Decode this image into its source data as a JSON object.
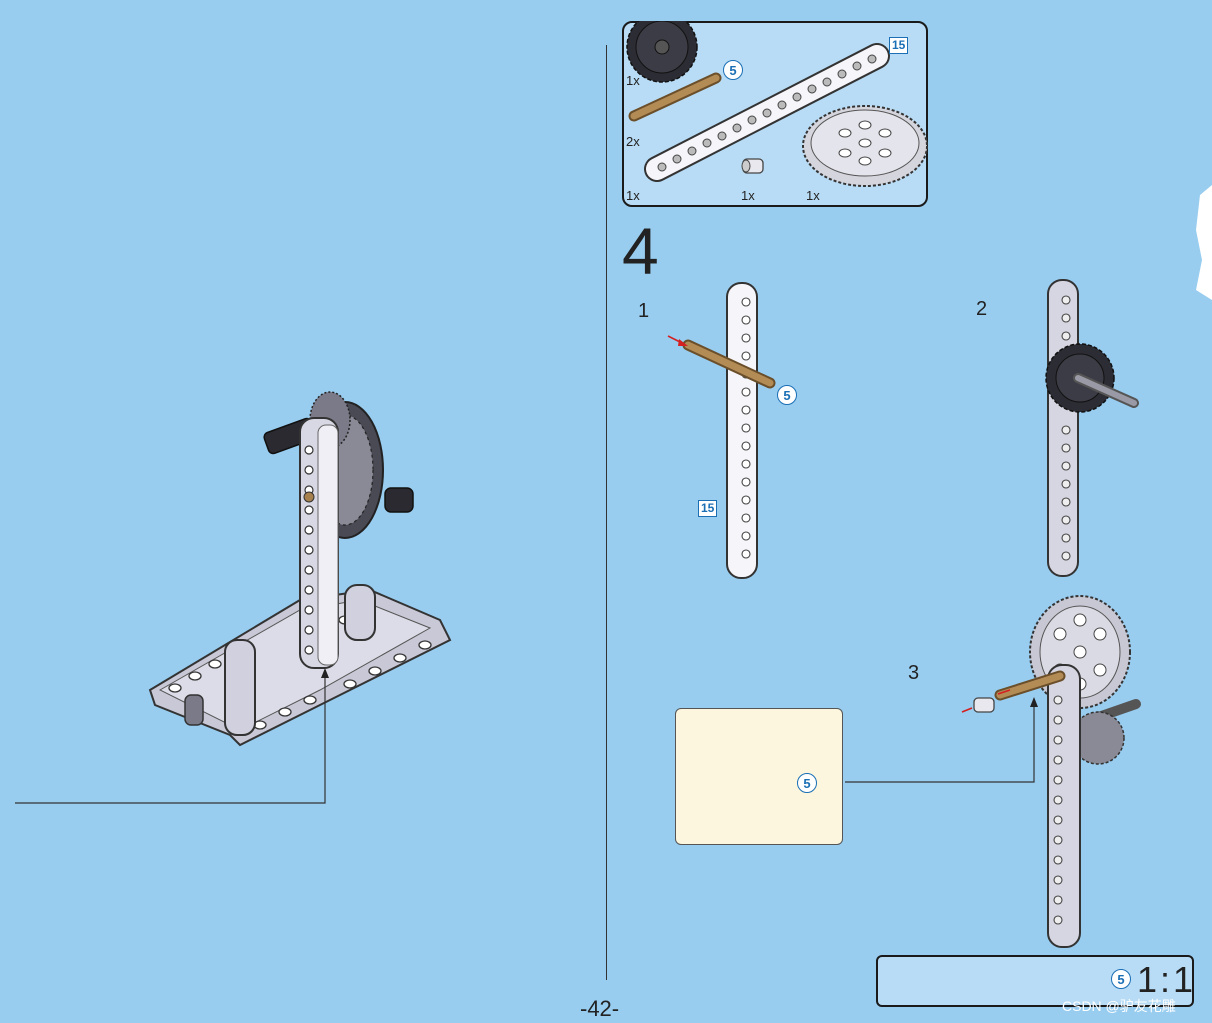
{
  "page": {
    "number": "-42-",
    "watermark": "CSDN @驴友花雕"
  },
  "parts_list": {
    "length_badge": "15",
    "axle_length": "5",
    "items": [
      {
        "icon": "small-gear-icon",
        "qty": "1x"
      },
      {
        "icon": "axle-icon",
        "qty": "2x"
      },
      {
        "icon": "beam-icon",
        "qty": "1x"
      },
      {
        "icon": "bush-icon",
        "qty": "1x"
      },
      {
        "icon": "large-gear-icon",
        "qty": "1x"
      }
    ]
  },
  "step": {
    "number": "4",
    "sub_steps": [
      {
        "label": "1",
        "axle_length": "5",
        "beam_length": "15"
      },
      {
        "label": "2"
      },
      {
        "label": "3",
        "axle_length": "5"
      }
    ]
  },
  "scale": {
    "axle_length": "5",
    "ratio": "1:1"
  },
  "colors": {
    "background": "#98cdf0",
    "box_fill": "#b8dcf5",
    "callout_fill": "#fbf6dd",
    "badge_blue": "#1a6fb5",
    "axle_tan": "#a7814d",
    "arrow_red": "#d42020"
  }
}
